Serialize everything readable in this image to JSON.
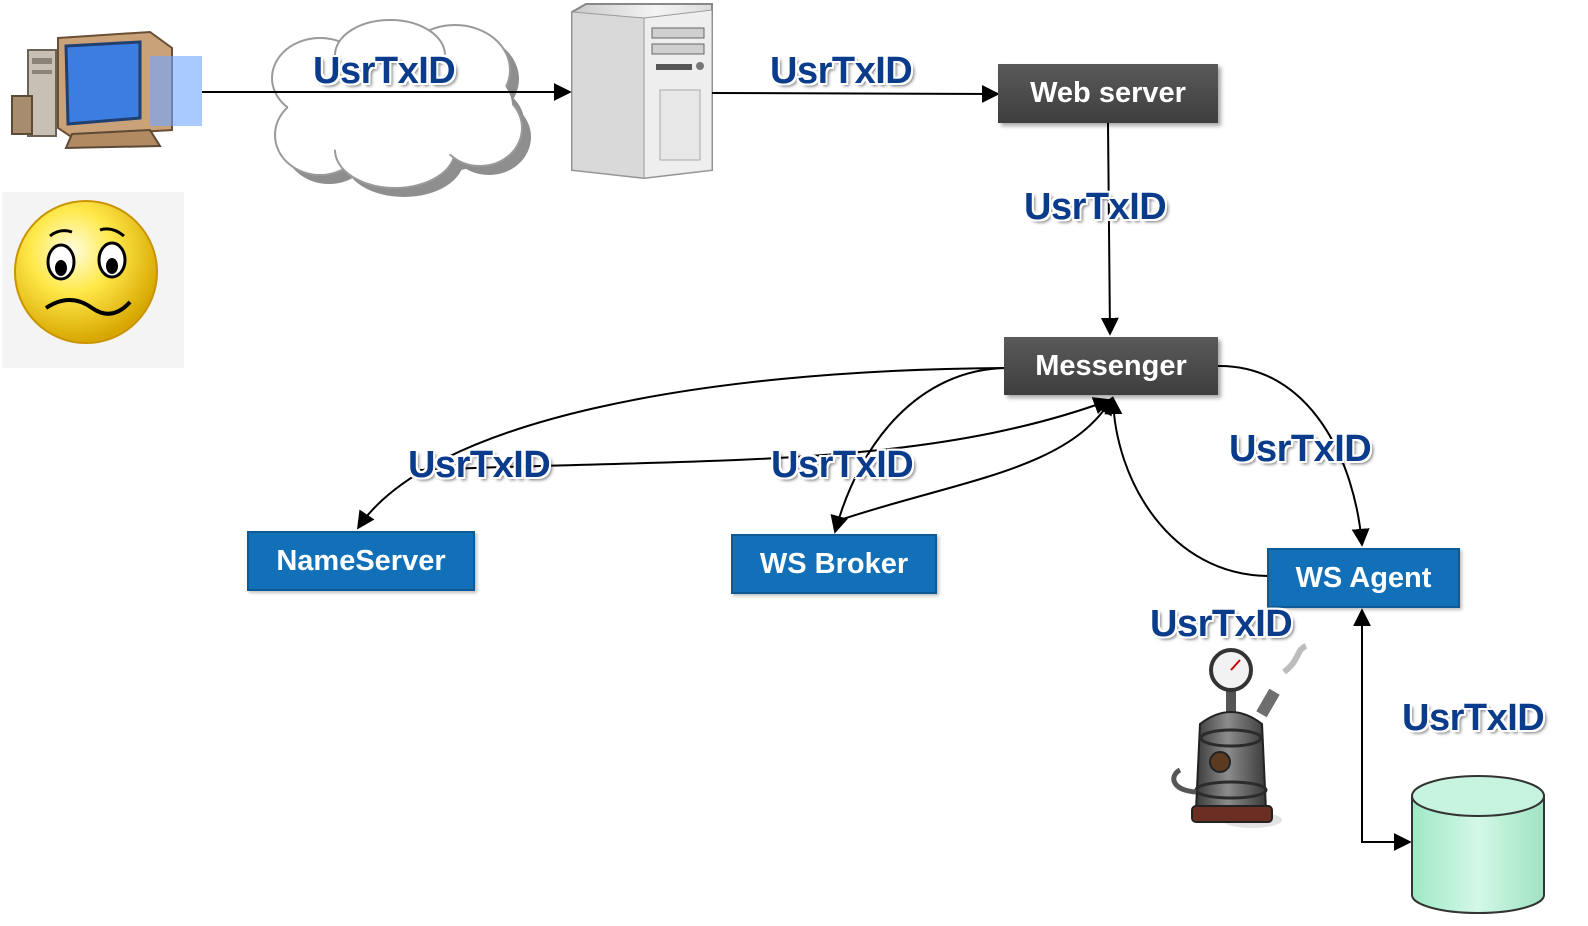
{
  "nodes": {
    "web_server": "Web server",
    "messenger": "Messenger",
    "name_server": "NameServer",
    "ws_broker": "WS Broker",
    "ws_agent": "WS Agent"
  },
  "edge_labels": {
    "client_to_cloud": "UsrTxID",
    "server_to_web": "UsrTxID",
    "web_to_messenger": "UsrTxID",
    "messenger_nameserver": "UsrTxID",
    "messenger_broker": "UsrTxID",
    "messenger_agent": "UsrTxID",
    "agent_boiler": "UsrTxID",
    "agent_database": "UsrTxID"
  },
  "icons": {
    "client": "desktop-computer-icon",
    "network": "cloud-icon",
    "server": "tower-server-icon",
    "user_mood": "confused-smiley-icon",
    "processor": "steam-boiler-icon",
    "storage": "database-cylinder-icon"
  },
  "colors": {
    "node_dark": "#4a4a4a",
    "node_blue": "#1270b8",
    "label_text": "#0b3c8c",
    "edge": "#000000",
    "database_fill": "#b9f0d8"
  }
}
